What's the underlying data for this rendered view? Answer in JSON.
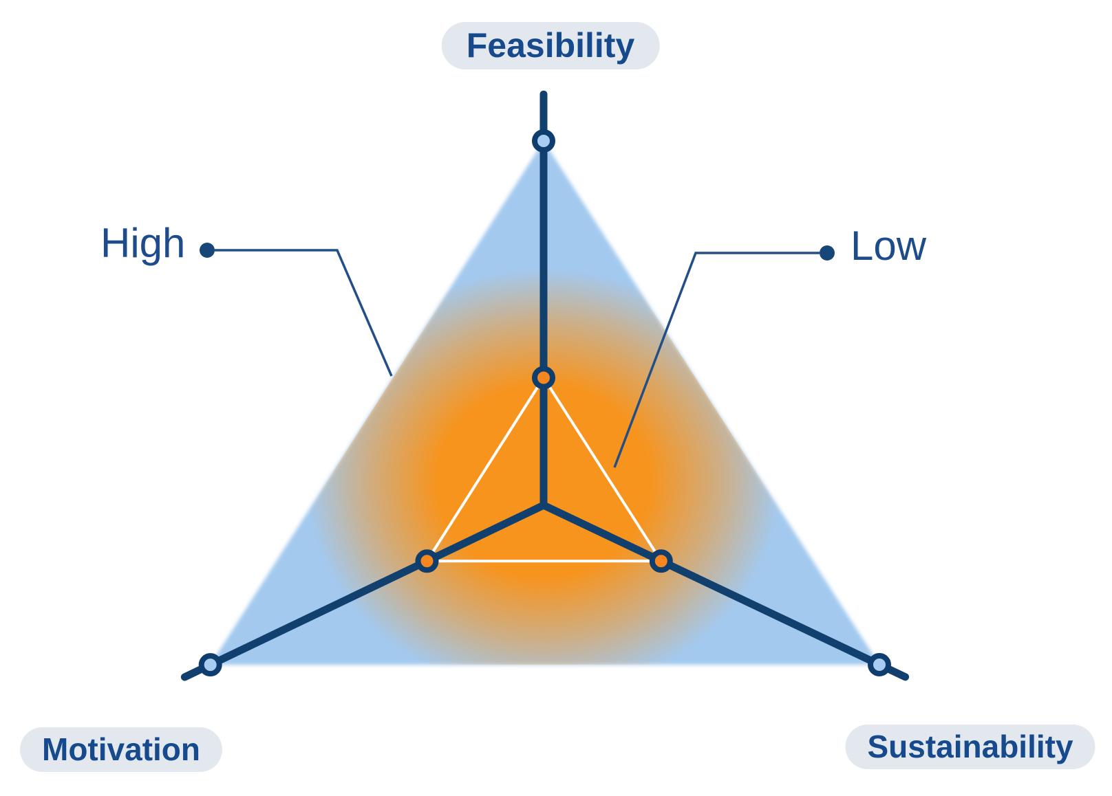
{
  "chart_data": {
    "type": "radar",
    "title": "",
    "axes": [
      "Feasibility",
      "Motivation",
      "Sustainability"
    ],
    "series": [
      {
        "name": "High",
        "values": [
          1.0,
          1.0,
          1.0
        ],
        "color": "#A3C9EF"
      },
      {
        "name": "Low",
        "values": [
          0.35,
          0.35,
          0.35
        ],
        "color": "#F7941E"
      }
    ],
    "value_range": [
      0,
      1
    ],
    "legend_position": "callouts",
    "grid": false,
    "notes": "Outer light-blue triangle = High level; inner orange triangle with white outline = Low level; markers on each axis at both levels."
  },
  "labels": {
    "feasibility": "Feasibility",
    "motivation": "Motivation",
    "sustainability": "Sustainability",
    "high": "High",
    "low": "Low"
  },
  "colors": {
    "navy_axis": "#11406F",
    "marker_ring": "#0F3D6E",
    "pill_text": "#164A8C",
    "pill_bg": "#E3E8EE",
    "series_high_fill": "#A3C9EF",
    "series_low_glow": "#F7941E",
    "marker_high_fill": "#A9CDF2",
    "marker_low_fill": "#F6861D",
    "low_outline": "#FFFFFF",
    "callout_line": "#234F86",
    "callout_dot": "#174679"
  }
}
